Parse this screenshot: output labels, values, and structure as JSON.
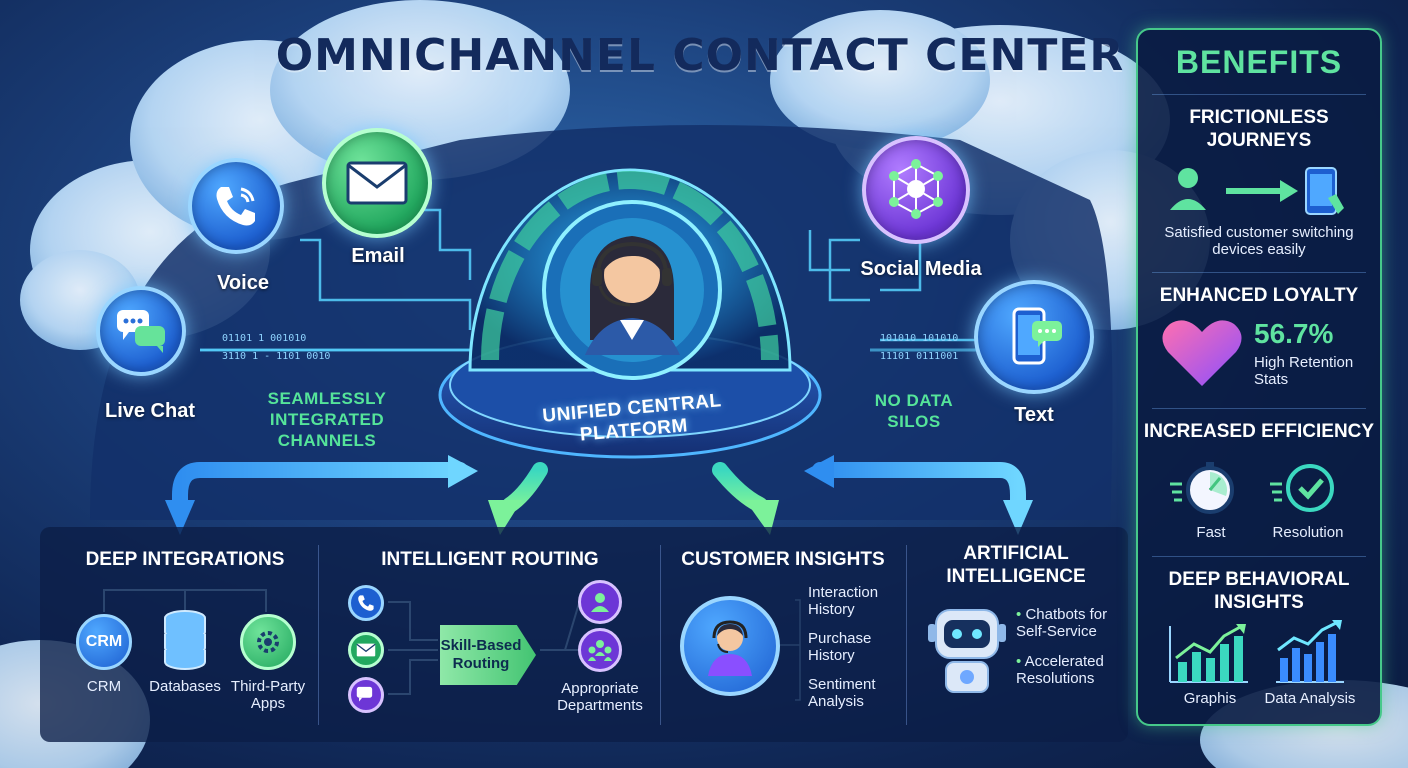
{
  "title": "OMNICHANNEL CONTACT CENTER",
  "channels": {
    "live_chat": "Live Chat",
    "voice": "Voice",
    "email": "Email",
    "social_media": "Social Media",
    "text": "Text"
  },
  "left_caption": [
    "SEAMLESSLY",
    "INTEGRATED",
    "CHANNELS"
  ],
  "right_caption": [
    "NO DATA",
    "SILOS"
  ],
  "platform_label": "UNIFIED CENTRAL PLATFORM",
  "binary_left": [
    "01101 1 001010",
    "3110 1 - 1101 0010"
  ],
  "binary_right": [
    "101010 101010",
    "11101 0111001"
  ],
  "deep_integrations": {
    "title": "DEEP INTEGRATIONS",
    "crm_badge": "CRM",
    "items": [
      "CRM",
      "Databases",
      "Third-Party Apps"
    ]
  },
  "intelligent_routing": {
    "title": "INTELLIGENT ROUTING",
    "box": "Skill-Based Routing",
    "destination": "Appropriate Departments"
  },
  "customer_insights": {
    "title": "CUSTOMER  INSIGHTS",
    "items": [
      "Interaction History",
      "Purchase History",
      "Sentiment Analysis"
    ]
  },
  "ai": {
    "title": "ARTIFICIAL INTELLIGENCE",
    "items": [
      "Chatbots for Self-Service",
      "Accelerated Resolutions"
    ]
  },
  "benefits": {
    "title": "BENEFITS",
    "frictionless": {
      "title": "FRICTIONLESS JOURNEYS",
      "caption": "Satisfied customer switching devices easily"
    },
    "loyalty": {
      "title": "ENHANCED LOYALTY",
      "stat": "56.7%",
      "caption": "High Retention Stats"
    },
    "efficiency": {
      "title": "INCREASED EFFICIENCY",
      "items": [
        "Fast",
        "Resolution"
      ]
    },
    "behavioral": {
      "title": "DEEP BEHAVIORAL INSIGHTS",
      "items": [
        "Graphis",
        "Data Analysis"
      ]
    }
  },
  "colors": {
    "accent_green": "#5fe3a0",
    "deep_navy": "#0f2552",
    "accent_blue": "#3a8cff",
    "accent_purple": "#8a4fff"
  }
}
